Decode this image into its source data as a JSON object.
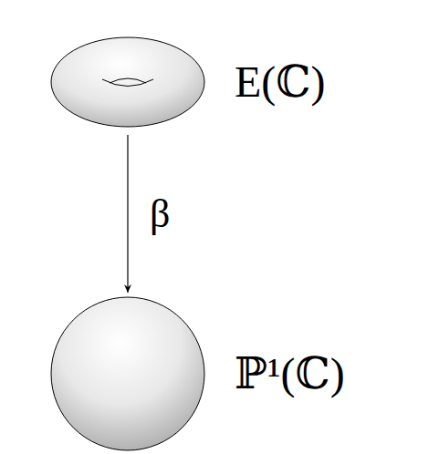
{
  "diagram": {
    "nodes": [
      {
        "text": [
          "E(ℂ)"
        ]
      },
      {
        "text": [
          "ℙ¹(ℂ)"
        ]
      }
    ],
    "edges": [
      {
        "from": 0,
        "to": 1,
        "arrow": "to",
        "label": "β"
      }
    ]
  }
}
